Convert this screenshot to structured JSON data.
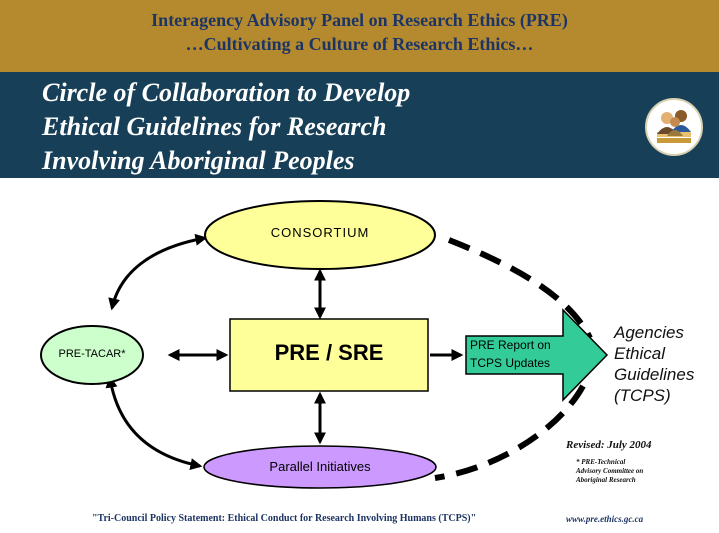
{
  "header": {
    "line1": "Interagency Advisory Panel on Research Ethics (PRE)",
    "line2": "…Cultivating a Culture of Research Ethics…"
  },
  "title": {
    "line1": "Circle of Collaboration to Develop",
    "line2": "Ethical Guidelines  for Research",
    "line3": "Involving Aboriginal Peoples"
  },
  "logo": {
    "icon": "people-group-icon"
  },
  "nodes": {
    "consortium": "CONSORTIUM",
    "center": "PRE / SRE",
    "pretacar": "PRE-TACAR*",
    "parallel": "Parallel Initiatives",
    "report_line1": "PRE Report on",
    "report_line2": "TCPS Updates"
  },
  "agencies": {
    "line1": "Agencies",
    "line2": "Ethical",
    "line3": "Guidelines",
    "line4": "(TCPS)"
  },
  "revised": "Revised: July 2004",
  "footnote": {
    "line1": "* PRE-Technical",
    "line2": "Advisory Committee on",
    "line3": "Aboriginal Research"
  },
  "footer": {
    "statement": "\"Tri-Council Policy Statement: Ethical Conduct for Research Involving Humans (TCPS)\"",
    "url": "www.pre.ethics.gc.ca"
  },
  "colors": {
    "header_band": "#b58a2e",
    "title_band": "#173f57",
    "consortium_fill": "#ffff99",
    "center_fill": "#ffff99",
    "pretacar_fill": "#ccffcc",
    "parallel_fill": "#cc99ff",
    "report_fill": "#33cc99"
  }
}
